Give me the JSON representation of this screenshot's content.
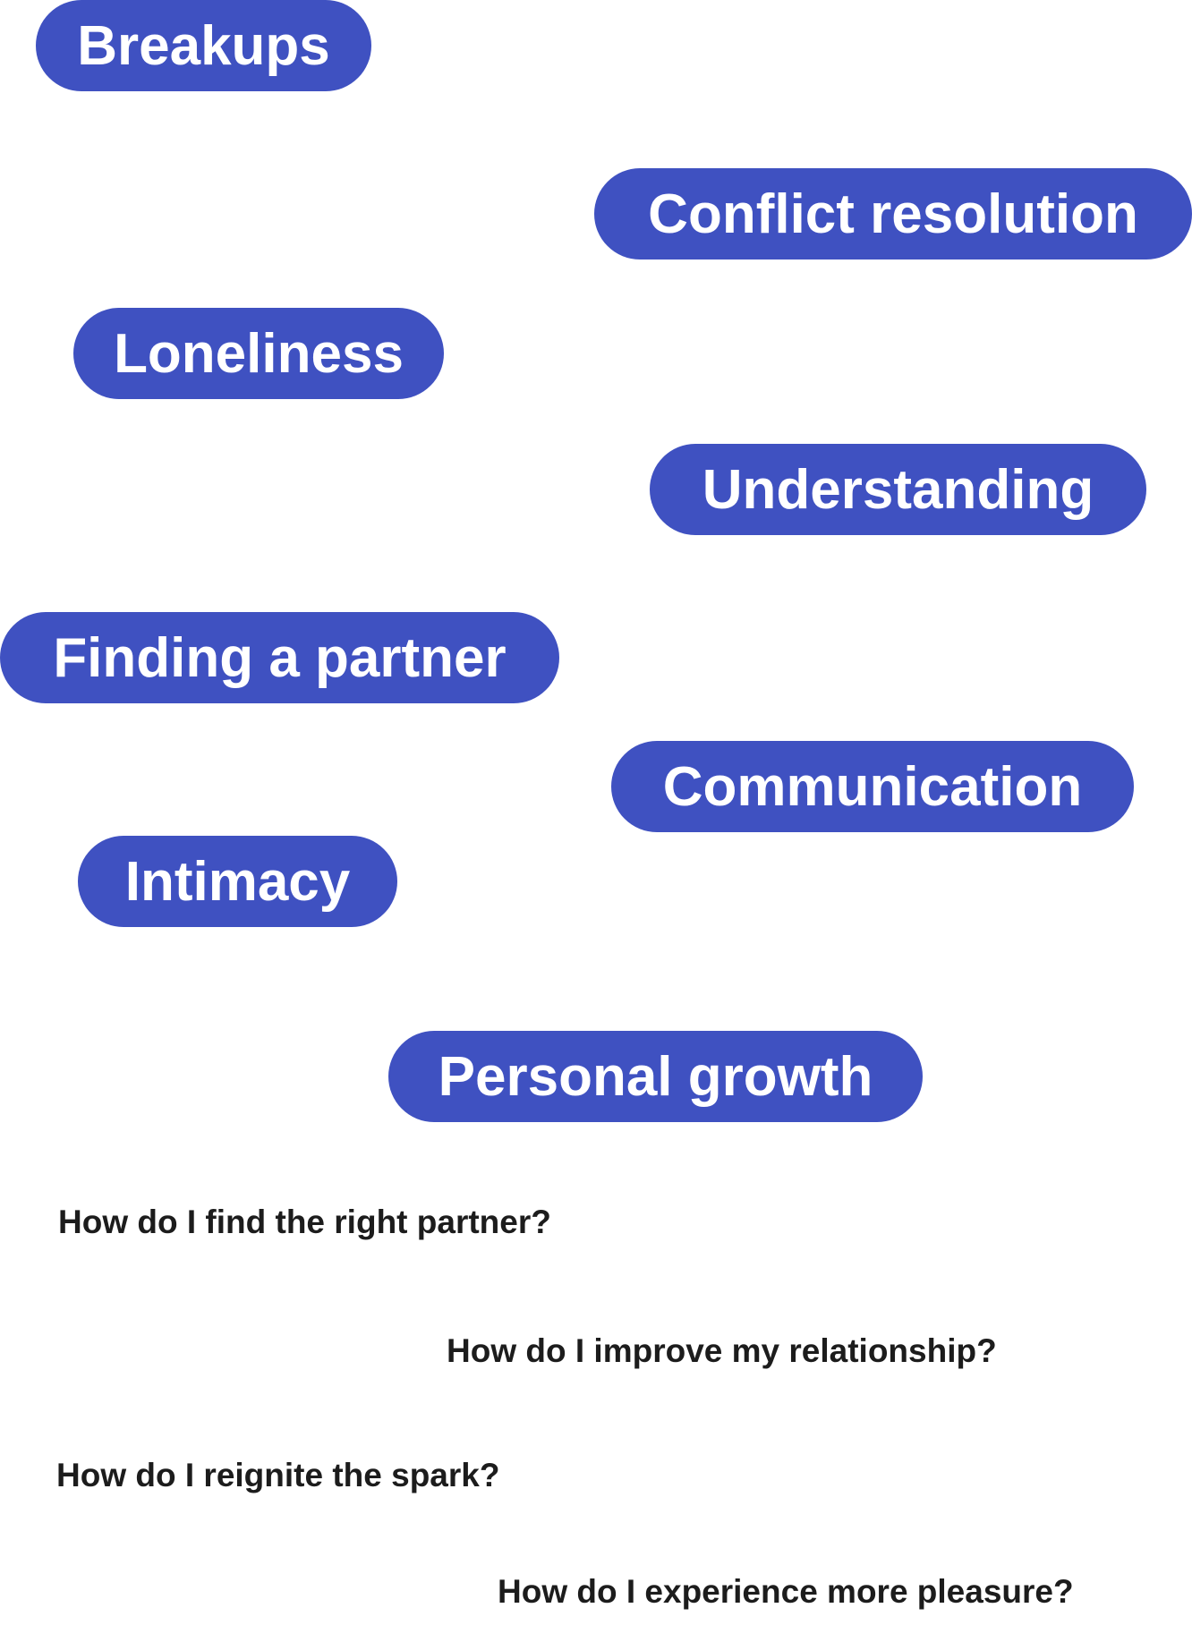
{
  "topics": [
    {
      "label": "Breakups"
    },
    {
      "label": "Conflict resolution"
    },
    {
      "label": "Loneliness"
    },
    {
      "label": "Understanding"
    },
    {
      "label": "Finding a partner"
    },
    {
      "label": "Communication"
    },
    {
      "label": "Intimacy"
    },
    {
      "label": "Personal growth"
    }
  ],
  "questions": [
    {
      "text": "How do I find the right partner?"
    },
    {
      "text": "How do I improve my relationship?"
    },
    {
      "text": "How do I reignite the spark?"
    },
    {
      "text": "How do I experience more pleasure?"
    }
  ],
  "colors": {
    "pill": "#3f51c1",
    "pill_text": "#ffffff",
    "question_text": "#1c1c1c"
  }
}
